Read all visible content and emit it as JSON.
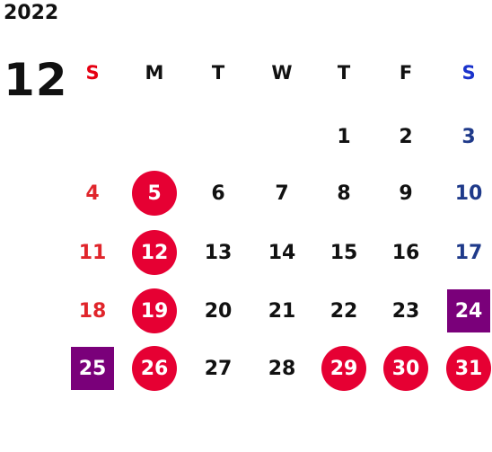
{
  "calendar": {
    "year": "2022",
    "month": "12",
    "weekdays": [
      {
        "label": "S",
        "color": "#e60012"
      },
      {
        "label": "M",
        "color": "#111111"
      },
      {
        "label": "T",
        "color": "#111111"
      },
      {
        "label": "W",
        "color": "#111111"
      },
      {
        "label": "T",
        "color": "#111111"
      },
      {
        "label": "F",
        "color": "#111111"
      },
      {
        "label": "S",
        "color": "#1a33cc"
      }
    ],
    "colors": {
      "sunday": "#e0252b",
      "saturday": "#1f3a8a",
      "weekday": "#111111",
      "holiday_circle": "#e60033",
      "special_square": "#7a007a",
      "on_marker_text": "#ffffff"
    },
    "days": [
      {
        "label": "1",
        "week": 0,
        "col": 4,
        "marker": "none"
      },
      {
        "label": "2",
        "week": 0,
        "col": 5,
        "marker": "none"
      },
      {
        "label": "3",
        "week": 0,
        "col": 6,
        "marker": "none"
      },
      {
        "label": "4",
        "week": 1,
        "col": 0,
        "marker": "none"
      },
      {
        "label": "5",
        "week": 1,
        "col": 1,
        "marker": "circle"
      },
      {
        "label": "6",
        "week": 1,
        "col": 2,
        "marker": "none"
      },
      {
        "label": "7",
        "week": 1,
        "col": 3,
        "marker": "none"
      },
      {
        "label": "8",
        "week": 1,
        "col": 4,
        "marker": "none"
      },
      {
        "label": "9",
        "week": 1,
        "col": 5,
        "marker": "none"
      },
      {
        "label": "10",
        "week": 1,
        "col": 6,
        "marker": "none"
      },
      {
        "label": "11",
        "week": 2,
        "col": 0,
        "marker": "none"
      },
      {
        "label": "12",
        "week": 2,
        "col": 1,
        "marker": "circle"
      },
      {
        "label": "13",
        "week": 2,
        "col": 2,
        "marker": "none"
      },
      {
        "label": "14",
        "week": 2,
        "col": 3,
        "marker": "none"
      },
      {
        "label": "15",
        "week": 2,
        "col": 4,
        "marker": "none"
      },
      {
        "label": "16",
        "week": 2,
        "col": 5,
        "marker": "none"
      },
      {
        "label": "17",
        "week": 2,
        "col": 6,
        "marker": "none"
      },
      {
        "label": "18",
        "week": 3,
        "col": 0,
        "marker": "none"
      },
      {
        "label": "19",
        "week": 3,
        "col": 1,
        "marker": "circle"
      },
      {
        "label": "20",
        "week": 3,
        "col": 2,
        "marker": "none"
      },
      {
        "label": "21",
        "week": 3,
        "col": 3,
        "marker": "none"
      },
      {
        "label": "22",
        "week": 3,
        "col": 4,
        "marker": "none"
      },
      {
        "label": "23",
        "week": 3,
        "col": 5,
        "marker": "none"
      },
      {
        "label": "24",
        "week": 3,
        "col": 6,
        "marker": "square"
      },
      {
        "label": "25",
        "week": 4,
        "col": 0,
        "marker": "square"
      },
      {
        "label": "26",
        "week": 4,
        "col": 1,
        "marker": "circle"
      },
      {
        "label": "27",
        "week": 4,
        "col": 2,
        "marker": "none"
      },
      {
        "label": "28",
        "week": 4,
        "col": 3,
        "marker": "none"
      },
      {
        "label": "29",
        "week": 4,
        "col": 4,
        "marker": "circle"
      },
      {
        "label": "30",
        "week": 4,
        "col": 5,
        "marker": "circle"
      },
      {
        "label": "31",
        "week": 4,
        "col": 6,
        "marker": "circle"
      }
    ]
  }
}
